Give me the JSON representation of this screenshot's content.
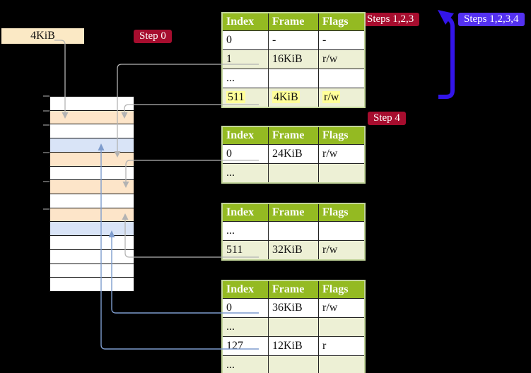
{
  "figure": {
    "memory_box_label": "4KiB",
    "step_labels": {
      "step0": "Step 0",
      "steps123": "Steps 1,2,3",
      "steps1234": "Steps 1,2,3,4",
      "step4": "Step 4"
    }
  },
  "memory_stack": {
    "row_colors": [
      "white",
      "peach",
      "white",
      "blue",
      "peach",
      "white",
      "peach",
      "white",
      "peach",
      "blue",
      "white",
      "white",
      "white",
      "white"
    ],
    "color_map": {
      "white": "#ffffff",
      "peach": "#fde5c9",
      "blue": "#d9e4f7"
    }
  },
  "page_tables": [
    {
      "name": "page-table-level-top",
      "headers": [
        "Index",
        "Frame",
        "Flags"
      ],
      "rows": [
        {
          "index": "0",
          "frame": "-",
          "flags": "-",
          "shaded": false,
          "highlighted": false
        },
        {
          "index": "1",
          "frame": "16KiB",
          "flags": "r/w",
          "shaded": true,
          "highlighted": false
        },
        {
          "index": "...",
          "frame": "",
          "flags": "",
          "shaded": false,
          "highlighted": false
        },
        {
          "index": "511",
          "frame": "4KiB",
          "flags": "r/w",
          "shaded": true,
          "highlighted": true
        }
      ]
    },
    {
      "name": "page-table-second",
      "headers": [
        "Index",
        "Frame",
        "Flags"
      ],
      "rows": [
        {
          "index": "0",
          "frame": "24KiB",
          "flags": "r/w",
          "shaded": false,
          "highlighted": false
        },
        {
          "index": "...",
          "frame": "",
          "flags": "",
          "shaded": true,
          "highlighted": false
        }
      ]
    },
    {
      "name": "page-table-third",
      "headers": [
        "Index",
        "Frame",
        "Flags"
      ],
      "rows": [
        {
          "index": "...",
          "frame": "",
          "flags": "",
          "shaded": false,
          "highlighted": false
        },
        {
          "index": "511",
          "frame": "32KiB",
          "flags": "r/w",
          "shaded": true,
          "highlighted": false
        }
      ]
    },
    {
      "name": "page-table-fourth",
      "headers": [
        "Index",
        "Frame",
        "Flags"
      ],
      "rows": [
        {
          "index": "0",
          "frame": "36KiB",
          "flags": "r/w",
          "shaded": false,
          "highlighted": false
        },
        {
          "index": "...",
          "frame": "",
          "flags": "",
          "shaded": true,
          "highlighted": false
        },
        {
          "index": "127",
          "frame": "12KiB",
          "flags": "r",
          "shaded": false,
          "highlighted": false
        },
        {
          "index": "...",
          "frame": "",
          "flags": "",
          "shaded": true,
          "highlighted": false
        }
      ]
    }
  ],
  "colors": {
    "background": "#000000",
    "table_header_bg": "#94ba22",
    "table_shaded_row": "#edf0d5",
    "table_outer_border": "#c3d69b",
    "highlight_yellow": "#ffff99",
    "badge_red": "#a60d2e",
    "badge_blue": "#5431f0",
    "memory_box_bg": "#fbe9c5",
    "stack_peach": "#fde5c9",
    "stack_blue": "#d9e4f7",
    "connector_gray": "#b3b3b3",
    "connector_blue": "#7e9ccd",
    "big_arrow_blue": "#3315ea"
  }
}
